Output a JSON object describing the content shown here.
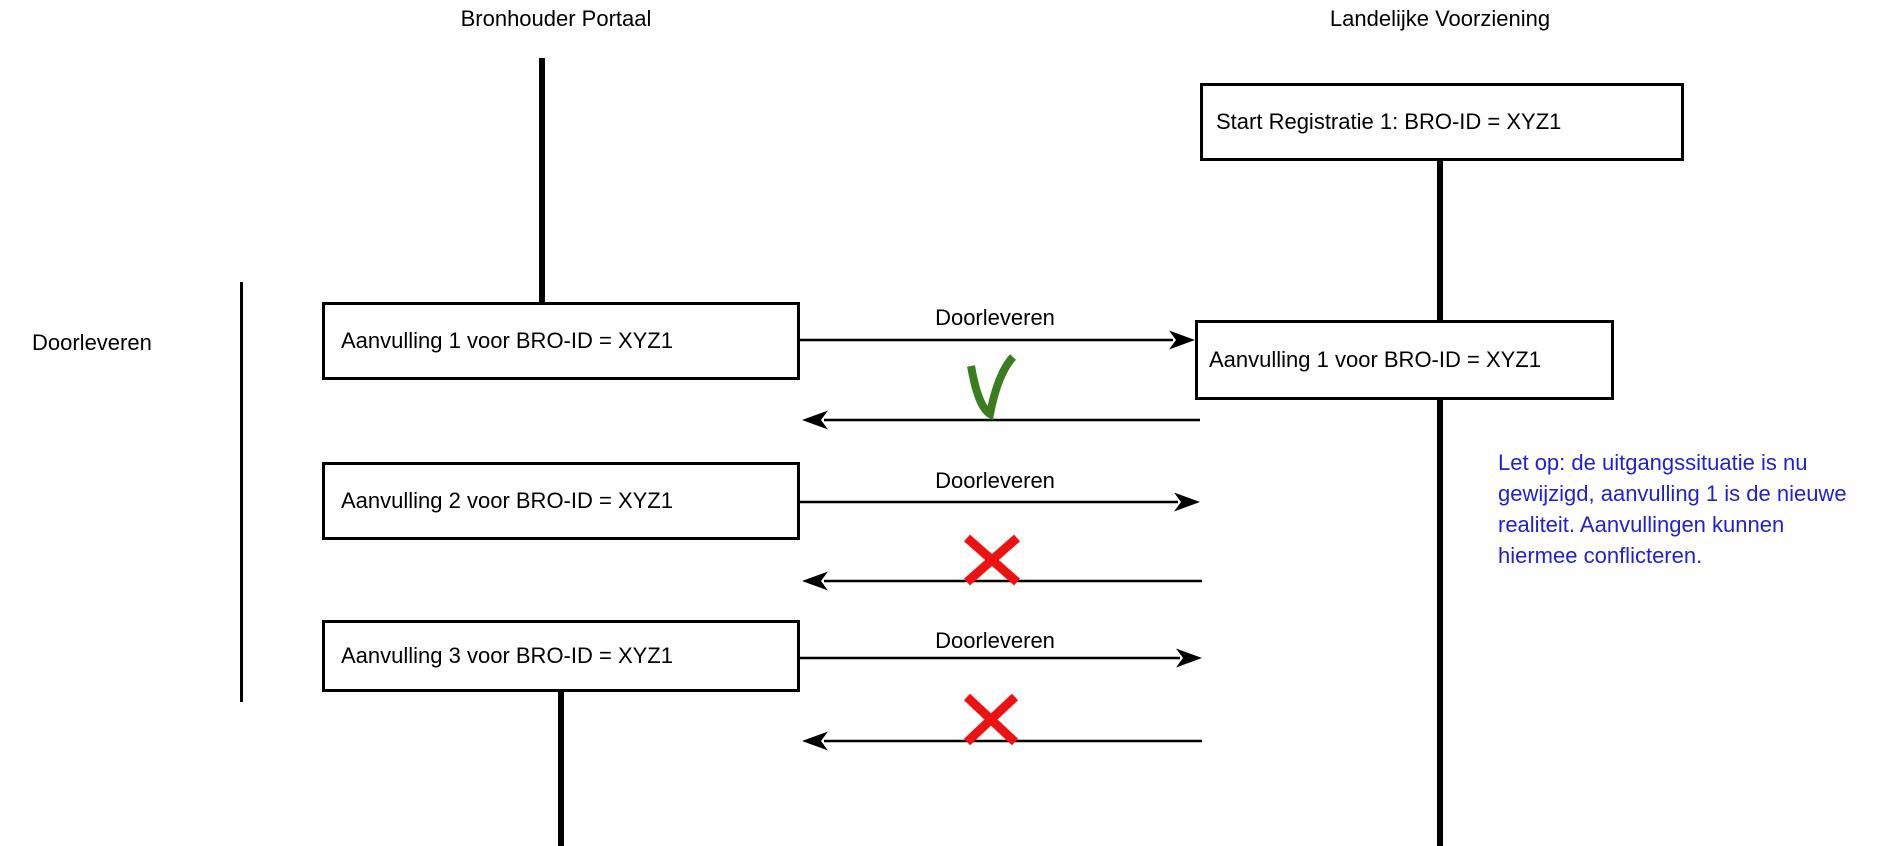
{
  "diagram": {
    "left_actor": "Bronhouder Portaal",
    "right_actor": "Landelijke Voorziening",
    "group_label": "Doorleveren",
    "start_box": "Start Registratie 1: BRO-ID = XYZ1",
    "right_box": "Aanvulling 1 voor BRO-ID = XYZ1",
    "rows": [
      {
        "box": "Aanvulling 1 voor BRO-ID = XYZ1",
        "arrow_label": "Doorleveren",
        "result": "success"
      },
      {
        "box": "Aanvulling 2 voor BRO-ID = XYZ1",
        "arrow_label": "Doorleveren",
        "result": "failure"
      },
      {
        "box": "Aanvulling 3 voor BRO-ID = XYZ1",
        "arrow_label": "Doorleveren",
        "result": "failure"
      }
    ],
    "note": {
      "lines": [
        "Let op: de uitgangssituatie is nu",
        "gewijzigd, aanvulling 1 is de nieuwe",
        "realiteit. Aanvullingen kunnen",
        "hiermee conflicteren."
      ]
    },
    "colors": {
      "line": "#000000",
      "success": "#3a7d1e",
      "failure": "#ee1111",
      "note": "#2222cc"
    }
  }
}
